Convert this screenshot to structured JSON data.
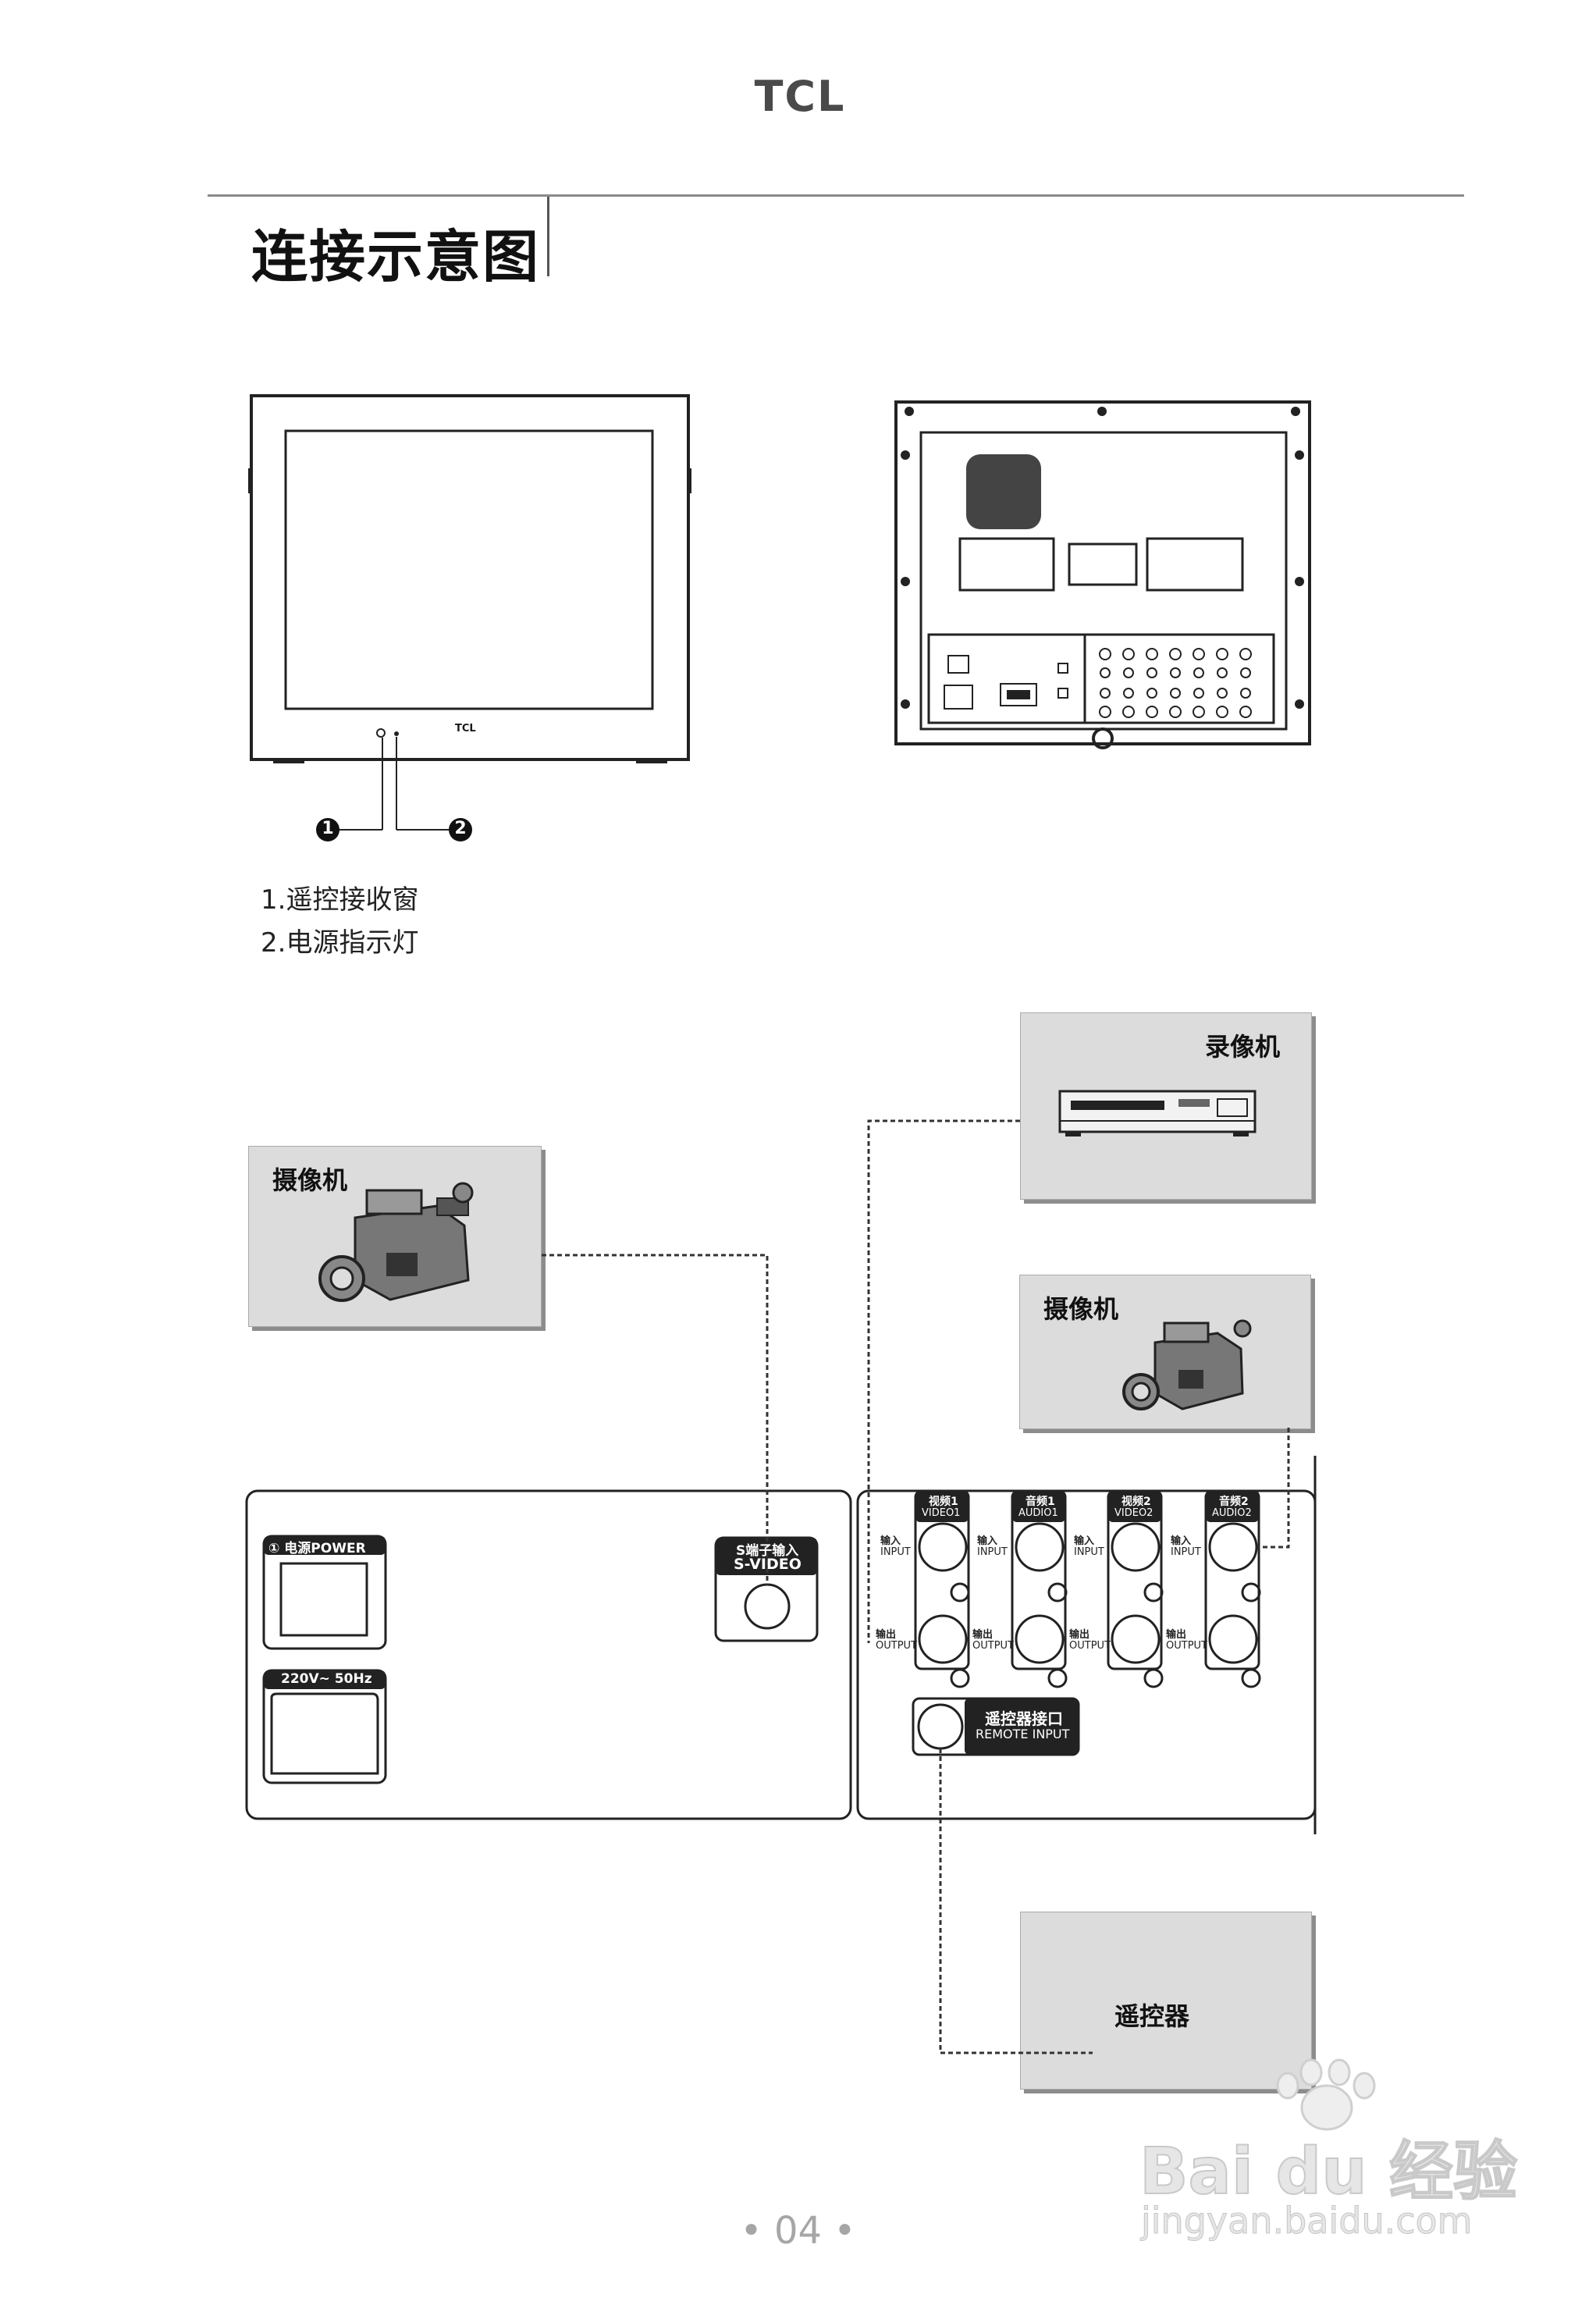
{
  "header": {
    "brand": "TCL"
  },
  "section": {
    "title": "连接示意图"
  },
  "front_view": {
    "logo": "TCL",
    "callouts": [
      "1",
      "2"
    ]
  },
  "legend": {
    "item1": "1.遥控接收窗",
    "item2": "2.电源指示灯"
  },
  "devices": {
    "vcr": "录像机",
    "camcorder_left": "摄像机",
    "camcorder_right": "摄像机",
    "remote": "遥控器"
  },
  "left_panel": {
    "power_label": "① 电源POWER",
    "voltage_label": "220V~ 50Hz",
    "svideo_label_cn": "S端子输入",
    "svideo_label_en": "S-VIDEO"
  },
  "right_panel": {
    "groups": [
      {
        "title": "视频1",
        "sub": "VIDEO1"
      },
      {
        "title": "音频1",
        "sub": "AUDIO1"
      },
      {
        "title": "视频2",
        "sub": "VIDEO2"
      },
      {
        "title": "音频2",
        "sub": "AUDIO2"
      }
    ],
    "input_cn": "输入",
    "input_en": "INPUT",
    "output_cn": "输出",
    "output_en": "OUTPUT",
    "remote_cn": "遥控器接口",
    "remote_en": "REMOTE INPUT"
  },
  "footer": {
    "page_number": "• 04 •"
  },
  "watermark": {
    "line1": "Bai du 经验",
    "line2": "jingyan.baidu.com"
  },
  "colors": {
    "box_fill": "#dcdcdc",
    "line": "#333333",
    "watermark": "#cfcfcf"
  }
}
